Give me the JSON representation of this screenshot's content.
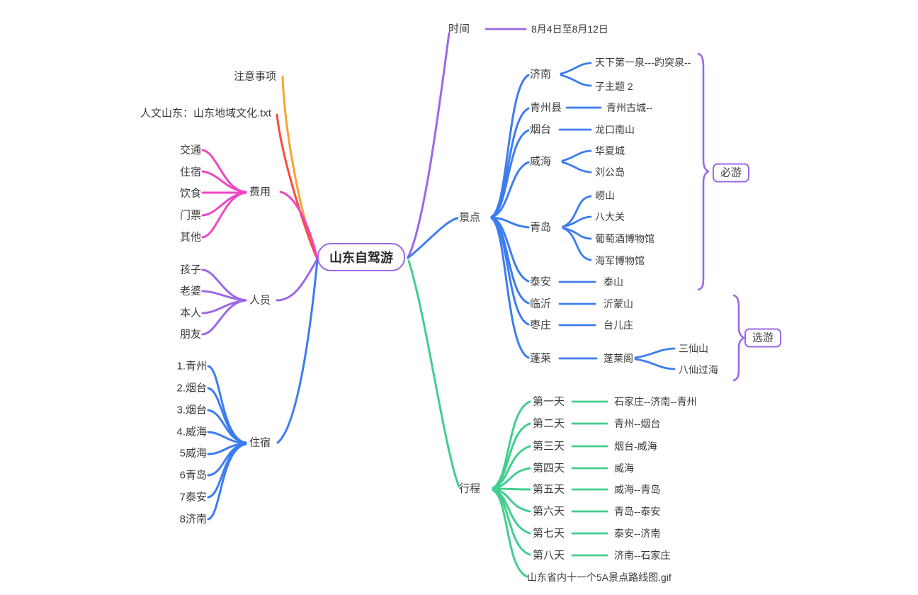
{
  "center": {
    "label": "山东自驾游"
  },
  "time": {
    "label": "时间",
    "value": "8月4日至8月12日"
  },
  "notes": {
    "label": "注意事项"
  },
  "culture": {
    "label": "人文山东：山东地域文化.txt"
  },
  "cost": {
    "label": "费用",
    "items": [
      "交通",
      "住宿",
      "饮食",
      "门票",
      "其他"
    ]
  },
  "people": {
    "label": "人员",
    "items": [
      "孩子",
      "老婆",
      "本人",
      "朋友"
    ]
  },
  "lodging": {
    "label": "住宿",
    "items": [
      "1.青州",
      "2.烟台",
      "3.烟台",
      "4.威海",
      "5威海",
      "6青岛",
      "7泰安",
      "8济南"
    ]
  },
  "attractions": {
    "label": "景点",
    "cities": [
      {
        "name": "济南",
        "spots": [
          "天下第一泉---趵突泉--",
          "子主题 2"
        ]
      },
      {
        "name": "青州县",
        "spots": [
          "青州古城--"
        ]
      },
      {
        "name": "烟台",
        "spots": [
          "龙口南山"
        ]
      },
      {
        "name": "威海",
        "spots": [
          "华夏城",
          "刘公岛"
        ]
      },
      {
        "name": "青岛",
        "spots": [
          "崂山",
          "八大关",
          "葡萄酒博物馆",
          "海军博物馆"
        ]
      },
      {
        "name": "泰安",
        "spots": [
          "泰山"
        ]
      },
      {
        "name": "临沂",
        "spots": [
          "沂蒙山"
        ]
      },
      {
        "name": "枣庄",
        "spots": [
          "台儿庄"
        ]
      },
      {
        "name": "蓬莱",
        "spots": [
          "蓬莱阁"
        ],
        "subspots": [
          "三仙山",
          "八仙过海"
        ]
      }
    ],
    "badges": {
      "must": "必游",
      "optional": "选游"
    }
  },
  "itinerary": {
    "label": "行程",
    "days": [
      {
        "day": "第一天",
        "route": "石家庄--济南--青州"
      },
      {
        "day": "第二天",
        "route": "青州--烟台"
      },
      {
        "day": "第三天",
        "route": "烟台-威海"
      },
      {
        "day": "第四天",
        "route": "威海"
      },
      {
        "day": "第五天",
        "route": "威海--青岛"
      },
      {
        "day": "第六天",
        "route": "青岛--泰安"
      },
      {
        "day": "第七天",
        "route": "泰安--济南"
      },
      {
        "day": "第八天",
        "route": "济南--石家庄"
      }
    ],
    "extra": "山东省内十一个5A景点路线图.gif"
  },
  "colors": {
    "purple": "#9C68E9",
    "blue": "#3D7CF0",
    "green": "#42CE8E",
    "pink": "#F145C3",
    "orange": "#F8A42F",
    "red": "#FA4B3E",
    "text": "#3A3A3A"
  }
}
